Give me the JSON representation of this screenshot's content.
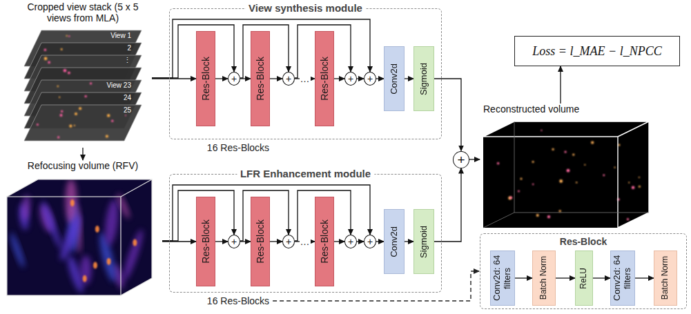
{
  "diagram": {
    "nodes": [
      {
        "text": [
          "Cropped view stack (5 x 5 views from MLA)"
        ]
      },
      {
        "text": [
          "Refocusing volume (RFV)"
        ]
      },
      {
        "text": [
          "View synthesis module"
        ]
      },
      {
        "text": [
          "Res-Block"
        ],
        "in": 2
      },
      {
        "text": [
          "Res-Block"
        ],
        "in": 2
      },
      {
        "text": [
          "Res-Block"
        ],
        "in": 2
      },
      {
        "text": [
          "+"
        ],
        "in": 2
      },
      {
        "text": [
          "+"
        ],
        "in": 2
      },
      {
        "text": [
          "+"
        ],
        "in": 2
      },
      {
        "text": [
          "+"
        ],
        "in": 2
      },
      {
        "text": [
          "Conv2d"
        ],
        "in": 2
      },
      {
        "text": [
          "Sigmoid"
        ],
        "in": 2
      },
      {
        "text": [
          "LFR Enhancement module"
        ]
      },
      {
        "text": [
          "Res-Block"
        ],
        "in": 12
      },
      {
        "text": [
          "Res-Block"
        ],
        "in": 12
      },
      {
        "text": [
          "Res-Block"
        ],
        "in": 12
      },
      {
        "text": [
          "+"
        ],
        "in": 12
      },
      {
        "text": [
          "+"
        ],
        "in": 12
      },
      {
        "text": [
          "+"
        ],
        "in": 12
      },
      {
        "text": [
          "+"
        ],
        "in": 12
      },
      {
        "text": [
          "Conv2d"
        ],
        "in": 12
      },
      {
        "text": [
          "Sigmoid"
        ],
        "in": 12
      },
      {
        "text": [
          "+"
        ]
      },
      {
        "text": [
          "Reconstructed volume"
        ]
      },
      {
        "text": [
          "Loss = l_MAE − l_NPCC"
        ]
      },
      {
        "text": [
          "Res-Block"
        ]
      },
      {
        "text": [
          "Conv2d: 64 filters"
        ],
        "in": 25
      },
      {
        "text": [
          "Batch Norm"
        ],
        "in": 25
      },
      {
        "text": [
          "ReLU"
        ],
        "in": 25
      },
      {
        "text": [
          "Conv2d: 64 filters"
        ],
        "in": 25
      },
      {
        "text": [
          "Batch Norm"
        ],
        "in": 25
      }
    ],
    "edges": [
      {
        "from": 0,
        "to": 1,
        "arrow": "to"
      },
      {
        "from": 0,
        "to": 3,
        "arrow": "to"
      },
      {
        "from": 0,
        "to": 6,
        "arrow": "to"
      },
      {
        "from": 0,
        "to": 9,
        "arrow": "to"
      },
      {
        "from": 3,
        "to": 6,
        "arrow": "to"
      },
      {
        "from": 6,
        "to": 4,
        "arrow": "to"
      },
      {
        "from": 6,
        "to": 7,
        "arrow": "to"
      },
      {
        "from": 4,
        "to": 7,
        "arrow": "to"
      },
      {
        "from": 7,
        "to": 5,
        "label": "…",
        "arrow": "to"
      },
      {
        "from": 7,
        "to": 8,
        "arrow": "to"
      },
      {
        "from": 5,
        "to": 8,
        "arrow": "to"
      },
      {
        "from": 8,
        "to": 9,
        "arrow": "to"
      },
      {
        "from": 9,
        "to": 10,
        "arrow": "to"
      },
      {
        "from": 10,
        "to": 11,
        "arrow": "to"
      },
      {
        "from": 11,
        "to": 22,
        "arrow": "to"
      },
      {
        "from": 1,
        "to": 13,
        "arrow": "to"
      },
      {
        "from": 1,
        "to": 16,
        "arrow": "to"
      },
      {
        "from": 1,
        "to": 19,
        "arrow": "to"
      },
      {
        "from": 13,
        "to": 16,
        "arrow": "to"
      },
      {
        "from": 16,
        "to": 14,
        "arrow": "to"
      },
      {
        "from": 16,
        "to": 17,
        "arrow": "to"
      },
      {
        "from": 14,
        "to": 17,
        "arrow": "to"
      },
      {
        "from": 17,
        "to": 15,
        "label": "…",
        "arrow": "to"
      },
      {
        "from": 17,
        "to": 18,
        "arrow": "to"
      },
      {
        "from": 15,
        "to": 18,
        "arrow": "to"
      },
      {
        "from": 18,
        "to": 19,
        "arrow": "to"
      },
      {
        "from": 19,
        "to": 20,
        "arrow": "to"
      },
      {
        "from": 20,
        "to": 21,
        "arrow": "to"
      },
      {
        "from": 21,
        "to": 22,
        "arrow": "to"
      },
      {
        "from": 22,
        "to": 23,
        "arrow": "to"
      },
      {
        "from": 23,
        "to": 24,
        "arrow": "to"
      },
      {
        "from": 26,
        "to": 27,
        "arrow": "to"
      },
      {
        "from": 27,
        "to": 28,
        "arrow": "to"
      },
      {
        "from": 28,
        "to": 29,
        "arrow": "to"
      },
      {
        "from": 29,
        "to": 30,
        "arrow": "to"
      }
    ],
    "labels": [
      "View 1",
      "2",
      "⋮",
      "View 23",
      "24",
      "25",
      "16 Res-Blocks",
      "16 Res-Blocks"
    ]
  }
}
